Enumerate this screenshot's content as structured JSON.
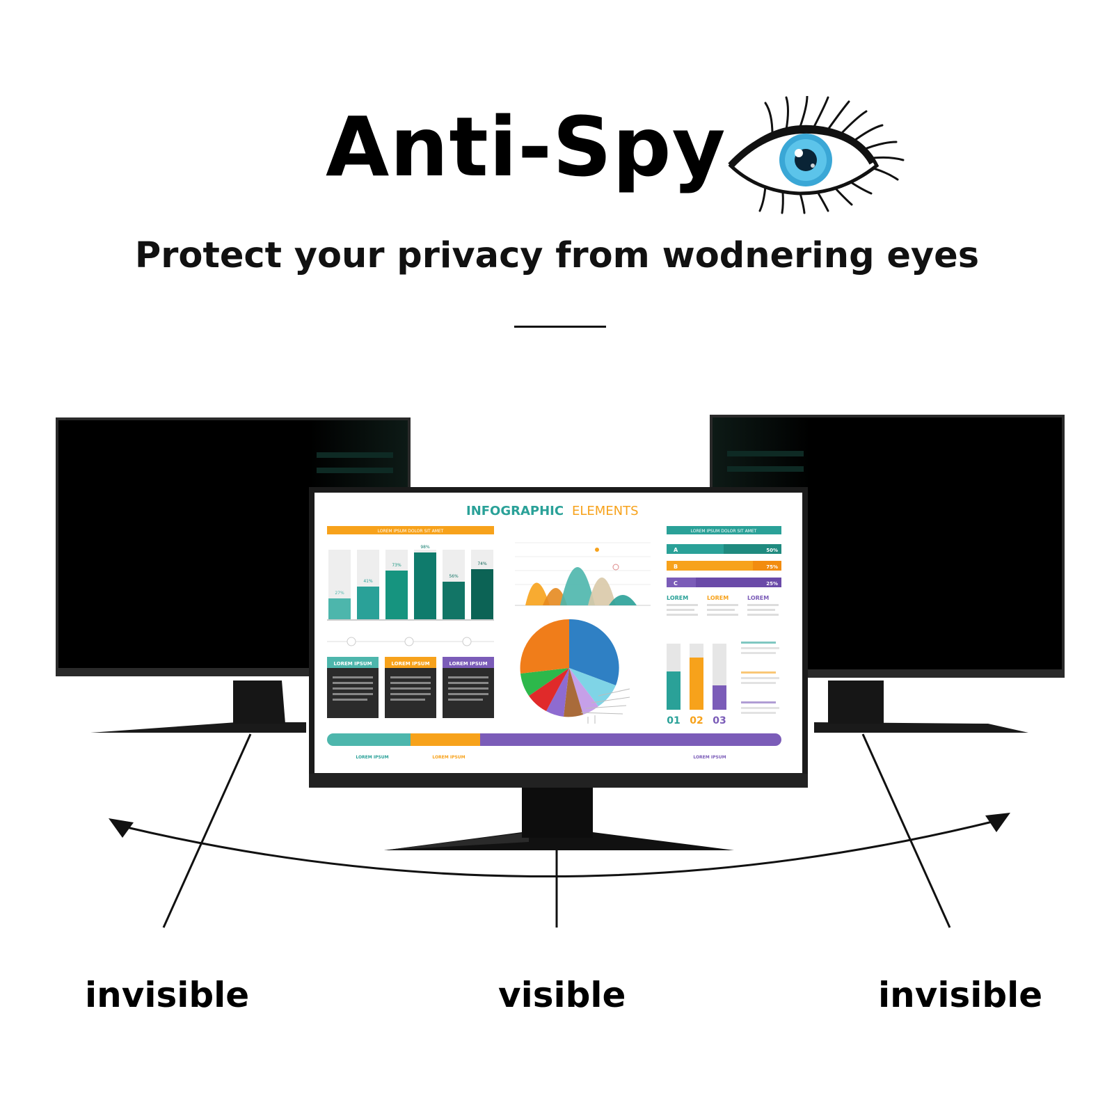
{
  "header": {
    "title": "Anti-Spy",
    "subtitle": "Protect your privacy from wodnering eyes",
    "eye_icon": "eye-icon"
  },
  "center_screen": {
    "heading_part1": "INFOGRAPHIC",
    "heading_part2": "ELEMENTS",
    "bars_label": "LOREM IPSUM DOLOR SIT AMET",
    "bar_values": [
      "27%",
      "41%",
      "73%",
      "98%",
      "56%",
      "74%"
    ],
    "progress_label": "LOREM IPSUM DOLOR SIT AMET",
    "progress": [
      {
        "letter": "A",
        "value": "50%"
      },
      {
        "letter": "B",
        "value": "75%"
      },
      {
        "letter": "C",
        "value": "25%"
      }
    ],
    "lorem_cols": [
      "LOREM",
      "LOREM",
      "LOREM"
    ],
    "cards": [
      "LOREM IPSUM",
      "LOREM IPSUM",
      "LOREM IPSUM"
    ],
    "pillar_numbers": [
      "01",
      "02",
      "03"
    ],
    "bottom_labels": [
      "LOREM IPSUM",
      "LOREM IPSUM",
      "LOREM IPSUM"
    ],
    "colors": {
      "teal": "#4db6ac",
      "dark_teal": "#0f7b6c",
      "orange": "#f7a21b",
      "purple": "#7b5cb8",
      "blue": "#2f80c4"
    }
  },
  "labels": {
    "left": "invisible",
    "center": "visible",
    "right": "invisible"
  }
}
